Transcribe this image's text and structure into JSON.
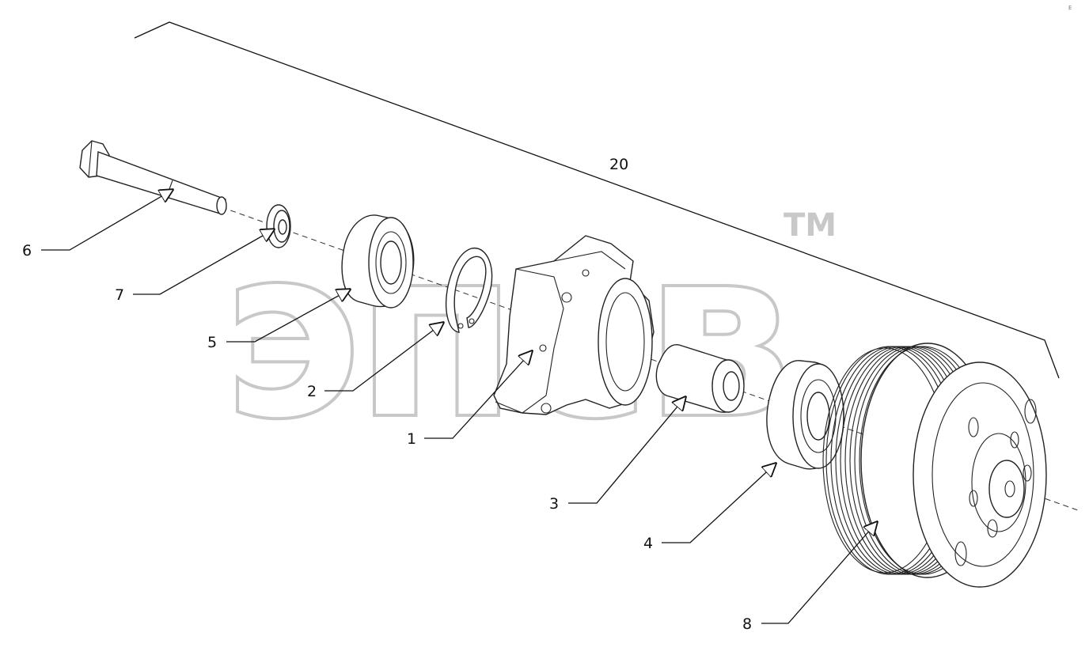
{
  "watermark": {
    "text": "эпсв",
    "tm": "TM"
  },
  "corner_mark": "ⴹ",
  "callouts": [
    {
      "id": "c20",
      "text": "20"
    },
    {
      "id": "c6",
      "text": "6"
    },
    {
      "id": "c7",
      "text": "7"
    },
    {
      "id": "c5",
      "text": "5"
    },
    {
      "id": "c2",
      "text": "2"
    },
    {
      "id": "c1",
      "text": "1"
    },
    {
      "id": "c3",
      "text": "3"
    },
    {
      "id": "c4",
      "text": "4"
    },
    {
      "id": "c8",
      "text": "8"
    }
  ]
}
